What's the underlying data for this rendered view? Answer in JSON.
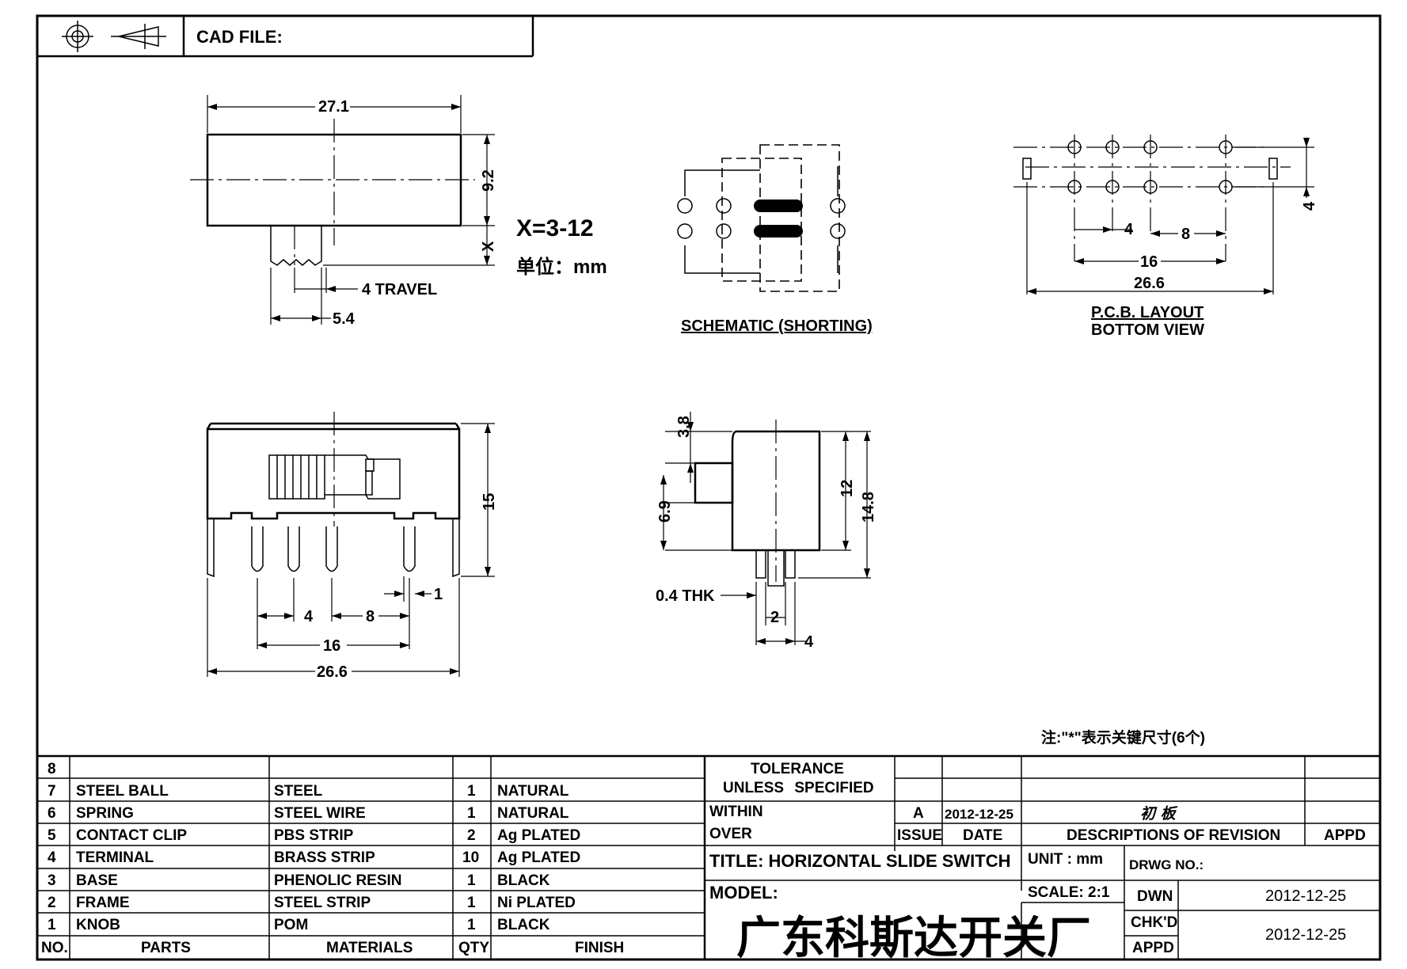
{
  "header": {
    "cad_file_label": "CAD FILE:"
  },
  "views": {
    "top": {
      "width_dim": "27.1",
      "height_dim": "9.2",
      "x_dim": "X",
      "x_range": "X=3-12",
      "unit_note": "单位：mm",
      "travel": "4 TRAVEL",
      "knob_width": "5.4"
    },
    "schematic": {
      "caption": "SCHEMATIC (SHORTING)"
    },
    "pcb": {
      "pitch_a": "4",
      "pitch_b": "8",
      "span": "16",
      "overall": "26.6",
      "row_gap": "4",
      "caption_line1": "P.C.B. LAYOUT",
      "caption_line2": "BOTTOM VIEW"
    },
    "front": {
      "height": "15",
      "pitch_a": "4",
      "pitch_b": "8",
      "pin": "1",
      "span": "16",
      "overall": "26.6"
    },
    "side": {
      "knob_height": "3.8",
      "knob_offset": "6.9",
      "body": "12",
      "total": "14.8",
      "thickness": "0.4 THK",
      "pin_gap": "2",
      "pin_span": "4"
    },
    "note": "注:\"*\"表示关键尺寸(6个)"
  },
  "bom": {
    "rows": [
      {
        "no": "8",
        "part": "",
        "material": "",
        "qty": "",
        "finish": ""
      },
      {
        "no": "7",
        "part": "STEEL BALL",
        "material": "STEEL",
        "qty": "1",
        "finish": "NATURAL"
      },
      {
        "no": "6",
        "part": "SPRING",
        "material": "STEEL WIRE",
        "qty": "1",
        "finish": "NATURAL"
      },
      {
        "no": "5",
        "part": "CONTACT CLIP",
        "material": "PBS STRIP",
        "qty": "2",
        "finish": "Ag PLATED"
      },
      {
        "no": "4",
        "part": "TERMINAL",
        "material": "BRASS STRIP",
        "qty": "10",
        "finish": "Ag PLATED"
      },
      {
        "no": "3",
        "part": "BASE",
        "material": "PHENOLIC RESIN",
        "qty": "1",
        "finish": "BLACK"
      },
      {
        "no": "2",
        "part": "FRAME",
        "material": "STEEL STRIP",
        "qty": "1",
        "finish": "Ni PLATED"
      },
      {
        "no": "1",
        "part": "KNOB",
        "material": "POM",
        "qty": "1",
        "finish": "BLACK"
      }
    ],
    "headers": {
      "no": "NO.",
      "part": "PARTS",
      "material": "MATERIALS",
      "qty": "QTY",
      "finish": "FINISH"
    }
  },
  "title_block": {
    "tolerance_1": "TOLERANCE",
    "tolerance_2": "UNLESS  SPECIFIED",
    "within": "WITHIN",
    "over": "OVER",
    "rev_letter": "A",
    "rev_date": "2012-12-25",
    "rev_desc": "初 板",
    "issue": "ISSUE",
    "date": "DATE",
    "desc_header": "DESCRIPTIONS OF REVISION",
    "appd": "APPD",
    "title": "TITLE: HORIZONTAL SLIDE SWITCH",
    "unit": "UNIT : mm",
    "drwg_no": "DRWG NO.:",
    "model": "MODEL:",
    "scale": "SCALE: 2:1",
    "dwn": "DWN",
    "dwn_date": "2012-12-25",
    "company": "广东科斯达开关厂",
    "chkd": "CHK'D",
    "appd2": "APPD",
    "appd_date": "2012-12-25"
  }
}
